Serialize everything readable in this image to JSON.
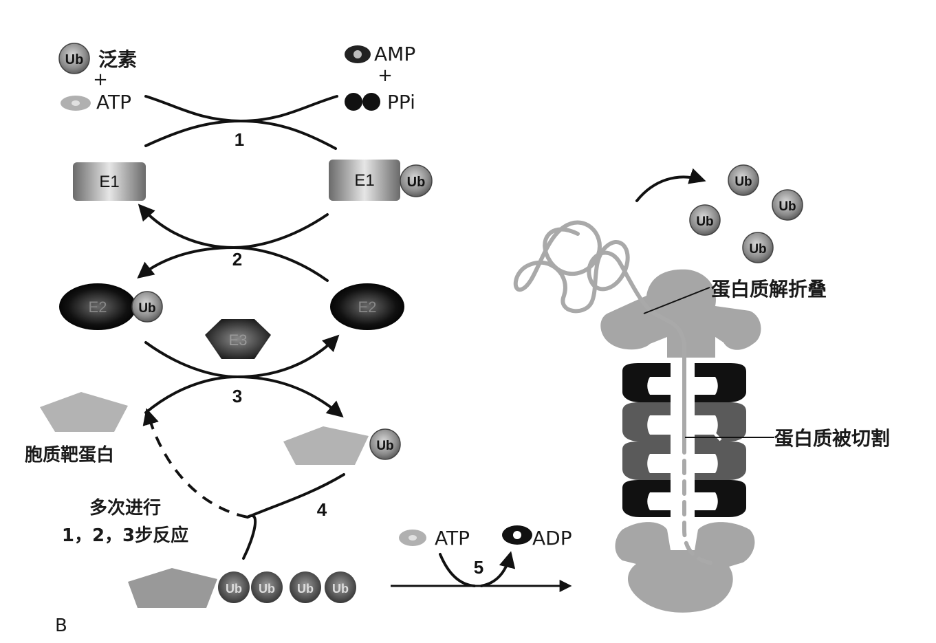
{
  "labels": {
    "ub": "Ub",
    "ubiquitin": "泛素",
    "plus": "+",
    "atp": "ATP",
    "amp": "AMP",
    "ppi": "PPi",
    "adp": "ADP",
    "e1": "E1",
    "e2": "E2",
    "e3": "E3",
    "target_protein": "胞质靶蛋白",
    "repeat_line1": "多次进行",
    "repeat_line2": "1，2，3步反应",
    "unfolding": "蛋白质解折叠",
    "cleavage": "蛋白质被切割",
    "panel": "B"
  },
  "steps": [
    "1",
    "2",
    "3",
    "4",
    "5"
  ],
  "colors": {
    "black": "#111111",
    "dark_gray": "#5a5a5a",
    "mid_gray": "#8a8a8a",
    "light_gray": "#b3b3b3",
    "white": "#ffffff"
  }
}
